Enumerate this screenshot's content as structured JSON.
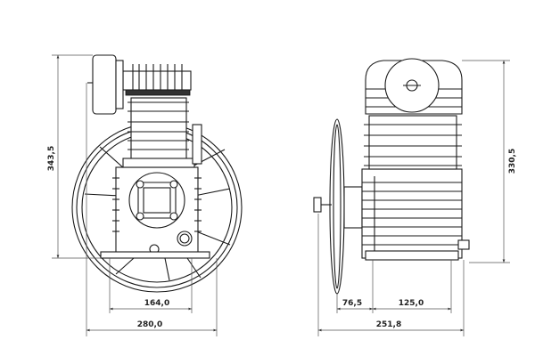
{
  "title": "Compressor pump dimensional drawing",
  "front_view": {
    "dimensions": {
      "height": "343,5",
      "inner_width": "164,0",
      "overall_width": "280,0"
    }
  },
  "side_view": {
    "dimensions": {
      "height": "330,5",
      "pulley_offset": "76,5",
      "body_width": "125,0",
      "overall_width": "251,8"
    }
  },
  "colors": {
    "line": "#1a1a1a",
    "dimension": "#555555"
  }
}
